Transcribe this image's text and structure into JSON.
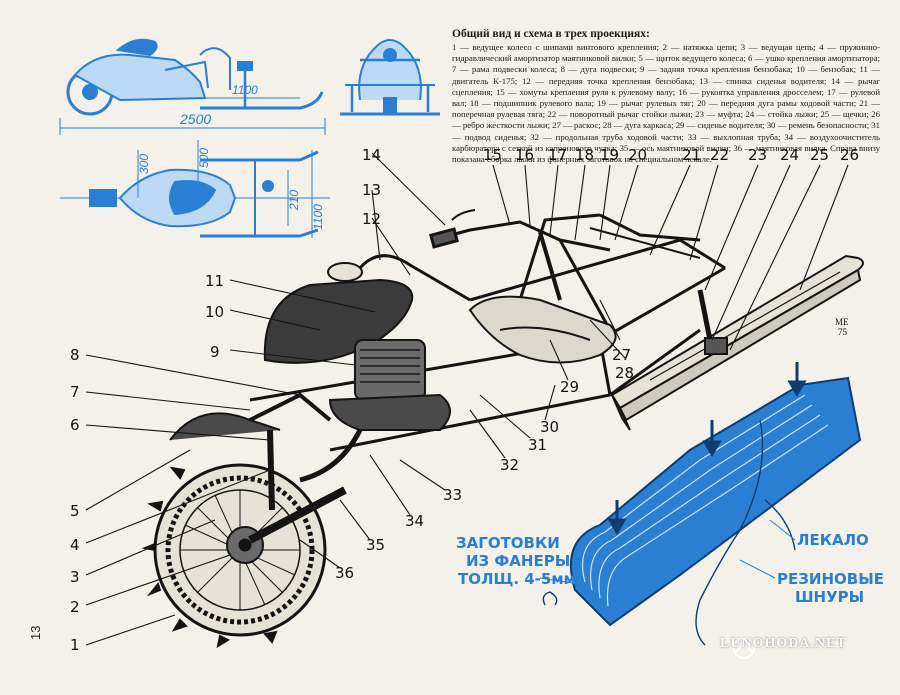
{
  "legend": {
    "title": "Общий вид и схема в трех проекциях:",
    "text": "1 — ведущее колесо с шипами винтового крепления; 2 — натяжка цепи; 3 — ведущая цепь; 4 — пружинно-гидравлический амортизатор маятниковой вилки; 5 — щиток ведущего колеса; 6 — ушко крепления амортизатора; 7 — рама подвески колеса; 8 — дуга подвески; 9 — задняя точка крепления бензобака; 10 — бензобак; 11 — двигатель К-175; 12 — передняя точка крепления бензобака; 13 — спинка сиденья водителя; 14 — рычаг сцепления; 15 — хомуты крепления руля к рулевому валу; 16 — рукоятка управления дросселем; 17 — рулевой вал; 18 — подшипник рулевого вала; 19 — рычаг рулевых тяг; 20 — передняя дуга рамы ходовой части; 21 — поперечная рулевая тяга; 22 — поворотный рычаг стойки лыжи; 23 — муфта; 24 — стойка лыжи; 25 — щечки; 26 — ребро жесткости лыжи; 27 — раскос; 28 — дуга каркаса; 29 — сиденье водителя; 30 — ремень безопасности; 31 — подвод сиденья; 32 — продольная труба ходовой части; 33 — выхлопная труба; 34 — воздухоочиститель карбюратора с сеткой из капронового чулка; 35 — ось маятниковой вилки; 36 — маятниковая вилка. Справа внизу показана сборка лыжи из фанерных заготовок на специальном лекале."
  },
  "dimensions": {
    "ski_length": "1100",
    "total_length": "2500",
    "width_300": "300",
    "width_500": "500",
    "width_210": "210",
    "width_1100": "1100"
  },
  "callouts": [
    "1",
    "2",
    "3",
    "4",
    "5",
    "6",
    "7",
    "8",
    "9",
    "10",
    "11",
    "12",
    "13",
    "14",
    "15",
    "16",
    "17",
    "18",
    "19",
    "20",
    "21",
    "22",
    "23",
    "24",
    "25",
    "26",
    "27",
    "28",
    "29",
    "30",
    "31",
    "32",
    "33",
    "34",
    "35",
    "36"
  ],
  "ski_labels": {
    "blanks_line1": "ЗАГОТОВКИ",
    "blanks_line2": "ИЗ ФАНЕРЫ",
    "blanks_line3": "ТОЛЩ. 4-5мм",
    "template": "ЛЕКАЛО",
    "cords_line1": "РЕЗИНОВЫЕ",
    "cords_line2": "ШНУРЫ"
  },
  "signature": {
    "line1": "ME",
    "line2": "75"
  },
  "page_number": "13",
  "watermark": "LUNOHODA.NET",
  "colors": {
    "blueprint": "#2a7fd4",
    "ink": "#141414",
    "paper": "#f4f1ea"
  }
}
